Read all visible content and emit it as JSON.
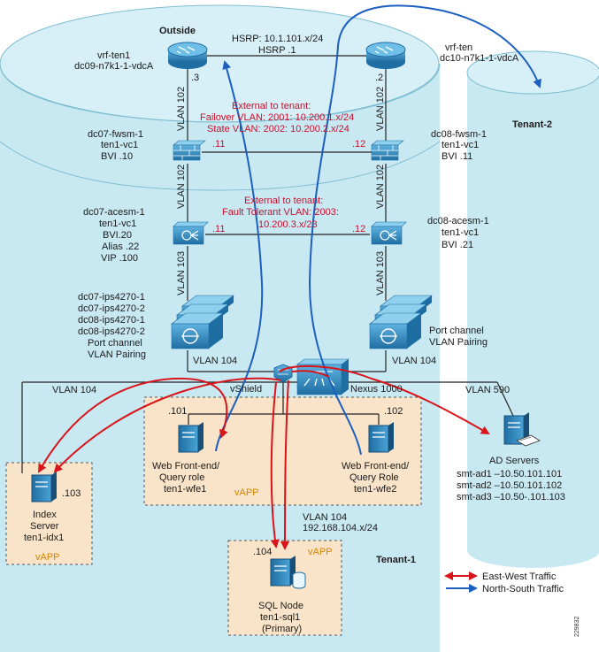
{
  "labels": {
    "outside": "Outside",
    "tenant2": "Tenant-2",
    "tenant1": "Tenant-1",
    "hsrp_net": "HSRP: 10.1.101.x/24",
    "hsrp_1": "HSRP .1",
    "router_left_l1": "vrf-ten1",
    "router_left_l2": "dc09-n7k1-1-vdcA",
    "router_right_l1": "vrf-ten",
    "router_right_l2": "dc10-n7k1-1-vdcA",
    "dot3": ".3",
    "dot2": ".2",
    "ext_l1": "External to tenant:",
    "ext_l2": "Failover VLAN: 2001: 10.200.1.x/24",
    "ext_l3": "State VLAN: 2002: 10.200.2.x/24",
    "fw_left_l1": "dc07-fwsm-1",
    "fw_left_l2": "ten1-vc1",
    "fw_left_l3": "BVI .10",
    "fw_right_l1": "dc08-fwsm-1",
    "fw_right_l2": "ten1-vc1",
    "fw_right_l3": "BVI .11",
    "dot11a": ".11",
    "dot12a": ".12",
    "ft_l1": "External to tenant:",
    "ft_l2": "Fault Tolerant VLAN: 2003:",
    "ft_l3": "10.200.3.x/23",
    "ace_left_l1": "dc07-acesm-1",
    "ace_left_l2": "ten1-vc1",
    "ace_left_l3": "BVI.20",
    "ace_left_l4": "Alias .22",
    "ace_left_l5": "VIP .100",
    "ace_right_l1": "dc08-acesm-1",
    "ace_right_l2": "ten1-vc1",
    "ace_right_l3": "BVI .21",
    "dot11b": ".11",
    "dot12b": ".12",
    "vlan102a": "VLAN 102",
    "vlan102b": "VLAN 102",
    "vlan102c": "VLAN 102",
    "vlan102d": "VLAN 102",
    "vlan103a": "VLAN 103",
    "vlan103b": "VLAN 103",
    "ips_l1": "dc07-ips4270-1",
    "ips_l2": "dc07-ips4270-2",
    "ips_l3": "dc08-ips4270-1",
    "ips_l4": "dc08-ips4270-2",
    "ips_l5": "Port channel",
    "ips_l6": "VLAN Pairing",
    "ips_r1": "Port channel",
    "ips_r2": "VLAN Pairing",
    "vlan104_left_ips": "VLAN 104",
    "vlan104_right_ips": "VLAN 104",
    "vlan104_bus": "VLAN 104",
    "vshield": "vShield",
    "nexus": "Nexus 1000",
    "vlan590": "VLAN 590",
    "dot101": ".101",
    "dot102": ".102",
    "wfe1_l1": "Web Front-end/",
    "wfe1_l2": "Query role",
    "wfe1_l3": "ten1-wfe1",
    "wfe2_l1": "Web Front-end/",
    "wfe2_l2": "Query Role",
    "wfe2_l3": "ten1-wfe2",
    "vapp1": "vAPP",
    "vapp2": "vAPP",
    "vapp3": "vAPP",
    "dot103": ".103",
    "idx_l1": "Index",
    "idx_l2": "Server",
    "idx_l3": "ten1-idx1",
    "vlan104_sql": "VLAN 104",
    "net_sql": "192.168.104.x/24",
    "dot104": ".104",
    "sql_l1": "SQL Node",
    "sql_l2": "ten1-sql1",
    "sql_l3": "(Primary)",
    "ad_title": "AD Servers",
    "ad_l1": "smt-ad1 –10.50.101.101",
    "ad_l2": "smt-ad2 –10.50.101.102",
    "ad_l3": "smt-ad3 –10.50-.101.103",
    "legend_ew": "East-West Traffic",
    "legend_ns": "North-South Traffic",
    "figure_id": "229832"
  },
  "colors": {
    "cylinder": "#c9e9f2",
    "cylinder_edge": "#7fbdd0",
    "vapp_fill": "#fae4c9",
    "device_blue": "#2e86c1",
    "east_west": "#d9141b",
    "north_south": "#1d5fbf",
    "label_red": "#c8102e",
    "vapp_text": "#d68400"
  }
}
